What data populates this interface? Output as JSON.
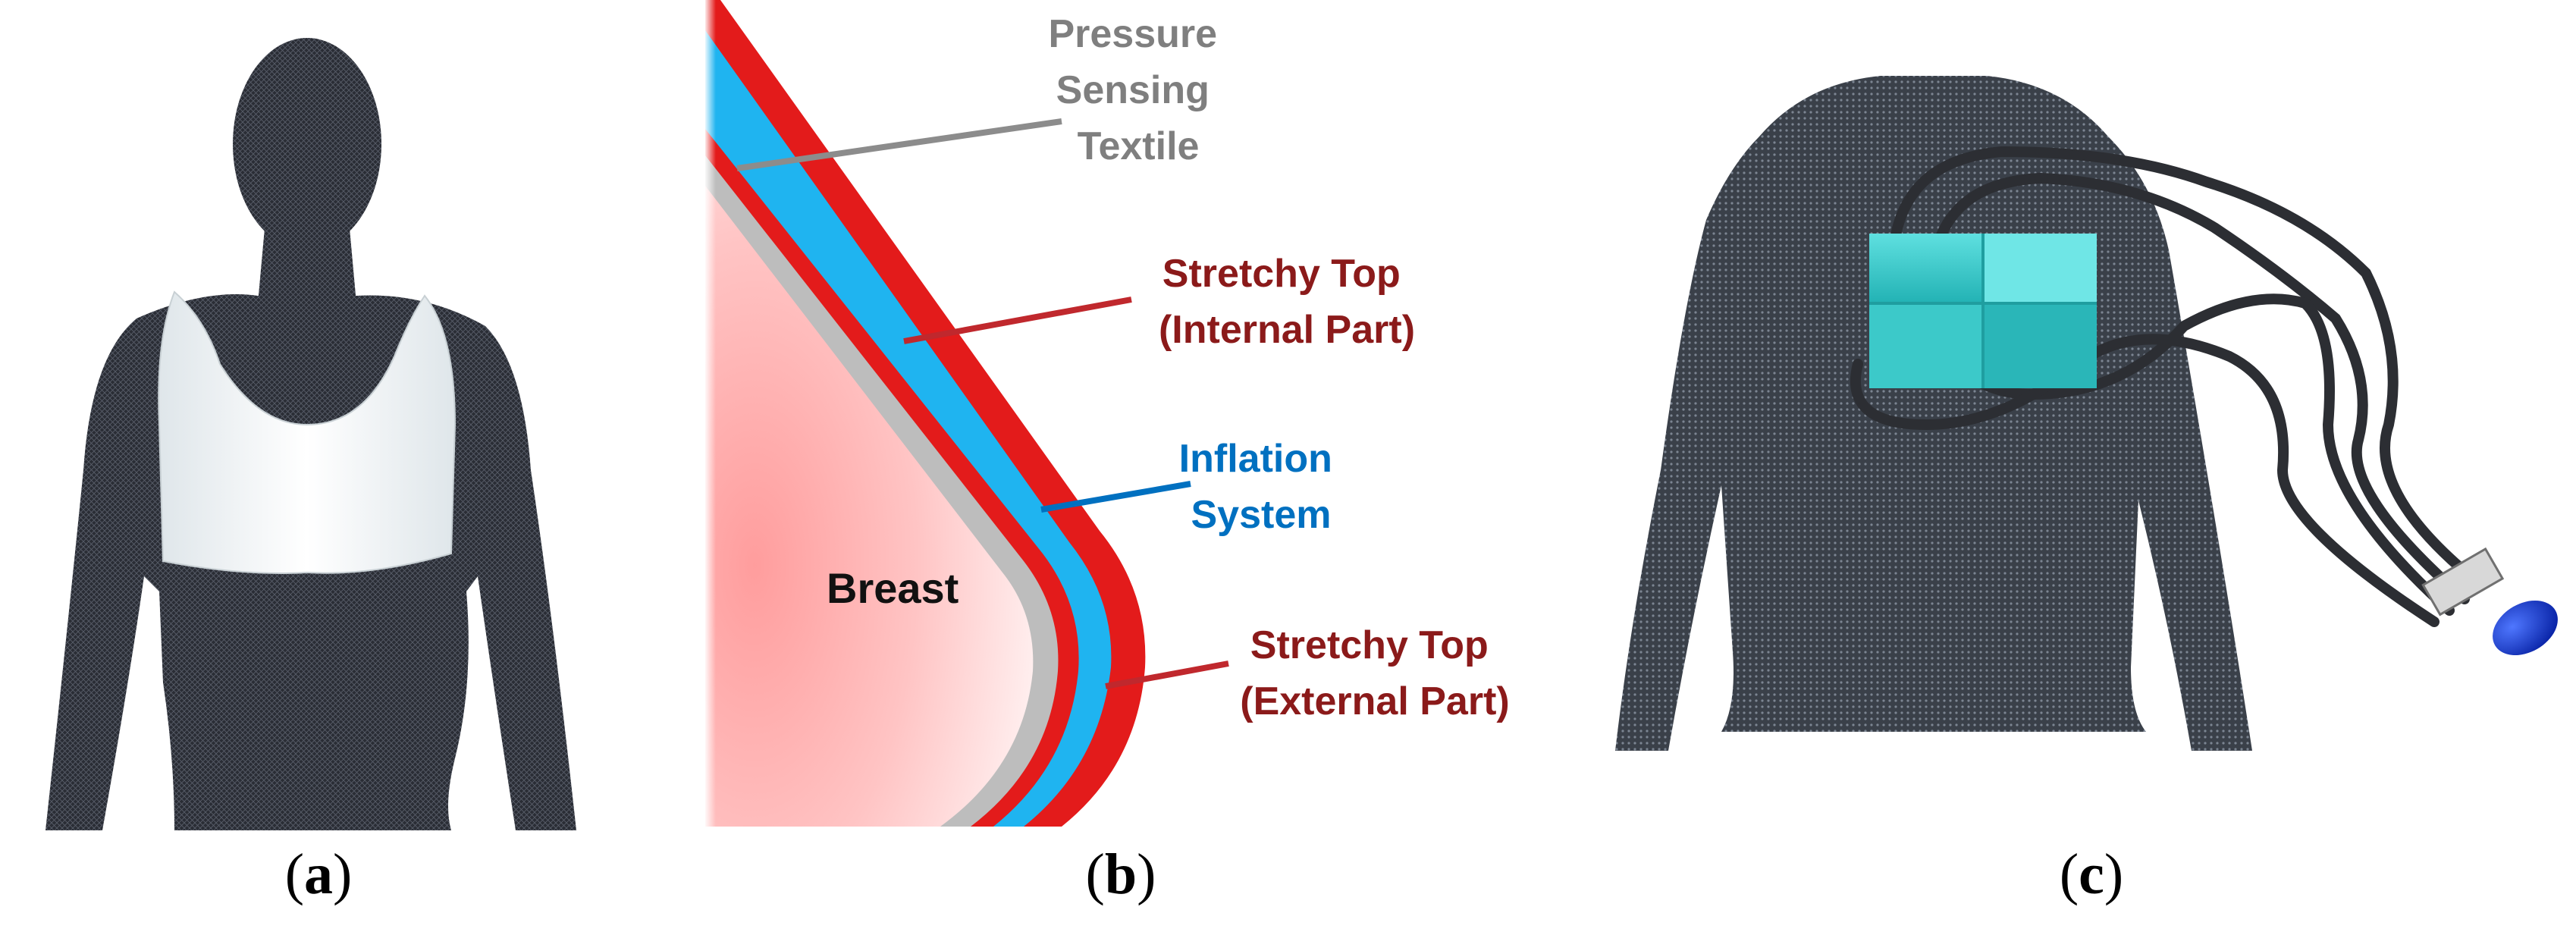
{
  "panels": [
    {
      "id": "a",
      "caption_open": "(",
      "caption_letter": "a",
      "caption_close": ")"
    },
    {
      "id": "b",
      "caption_open": "(",
      "caption_letter": "b",
      "caption_close": ")"
    },
    {
      "id": "c",
      "caption_open": "(",
      "caption_letter": "c",
      "caption_close": ")"
    }
  ],
  "diagram_b": {
    "pressure_label": [
      "Pressure",
      "Sensing",
      "Textile"
    ],
    "stretchy_internal": [
      "Stretchy Top",
      "(Internal Part)"
    ],
    "inflation": [
      "Inflation",
      "System"
    ],
    "breast": "Breast",
    "stretchy_external": [
      "Stretchy Top",
      "(External Part)"
    ]
  },
  "colors": {
    "pressure_text": "#7f7f7f",
    "stretchy_text": "#8b1a1a",
    "inflation_text": "#0070c0",
    "red_layer": "#e31b1b",
    "blue_layer": "#1fb4f0",
    "grey_layer": "#bdbdbd",
    "breast_fill": "#ffc9c9",
    "cube": "#33c8c8",
    "mannequin": "#2d3038",
    "top_garment": "#f1f5f7",
    "bulb": "#1a3fd6"
  }
}
